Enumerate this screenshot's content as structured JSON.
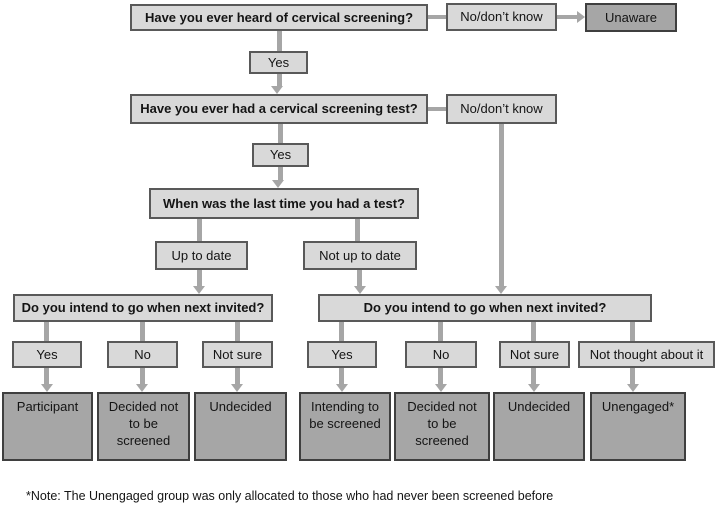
{
  "flowchart": {
    "nodes": {
      "q_heard": "Have you ever heard of cervical screening?",
      "no_dont_know_1": "No/don’t know",
      "unaware": "Unaware",
      "yes_1": "Yes",
      "q_had_test": "Have you ever had a cervical screening test?",
      "no_dont_know_2": "No/don’t know",
      "yes_2": "Yes",
      "q_last_test": "When was the last time you had a test?",
      "up_to_date": "Up to date",
      "not_up_to_date": "Not up to date",
      "q_intend_left": "Do you intend to go when next invited?",
      "q_intend_right": "Do you intend to go when next invited?",
      "left_yes": "Yes",
      "left_no": "No",
      "left_not_sure": "Not sure",
      "right_yes": "Yes",
      "right_no": "No",
      "right_not_sure": "Not sure",
      "right_not_thought": "Not thought about it",
      "outcome_participant": "Participant",
      "outcome_decided_not_left": "Decided not\nto be\nscreened",
      "outcome_undecided_left": "Undecided",
      "outcome_intending": "Intending to\nbe screened",
      "outcome_decided_not_right": "Decided not\nto be\nscreened",
      "outcome_undecided_right": "Undecided",
      "outcome_unengaged": "Unengaged*"
    },
    "note": "*Note: The Unengaged group was only allocated to those who had never been screened before",
    "colors": {
      "light_box_fill": "#d9d9d9",
      "dark_box_fill": "#a6a6a6",
      "light_box_border": "#595959",
      "dark_box_border": "#3f3f3f",
      "connector": "#a6a6a6",
      "text": "#141414",
      "background": "#ffffff"
    }
  }
}
